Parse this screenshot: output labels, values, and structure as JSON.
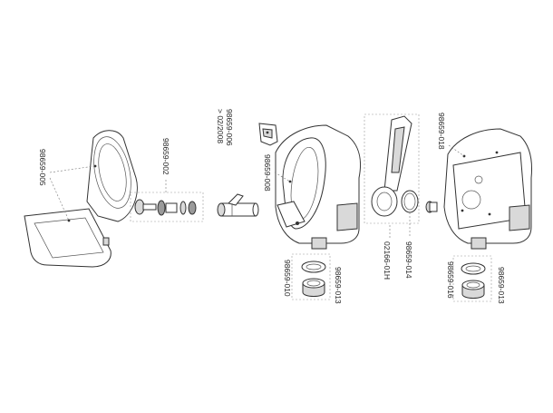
{
  "parts": {
    "seat": "98659-005",
    "valve_kit": "98659-002",
    "lid_note": "98659-006\n> 02/2008",
    "base_left": "98659-008",
    "base_right": "98659-018",
    "flap": "02166-01H",
    "gasket": "98659-014",
    "nut_left_a": "98659-010",
    "nut_left_b": "98659-013",
    "nut_right_a": "98659-016",
    "nut_right_b": "98659-013"
  },
  "colors": {
    "line": "#333333",
    "light_fill": "#d9d9d9",
    "dark_fill": "#9a9a9a"
  }
}
